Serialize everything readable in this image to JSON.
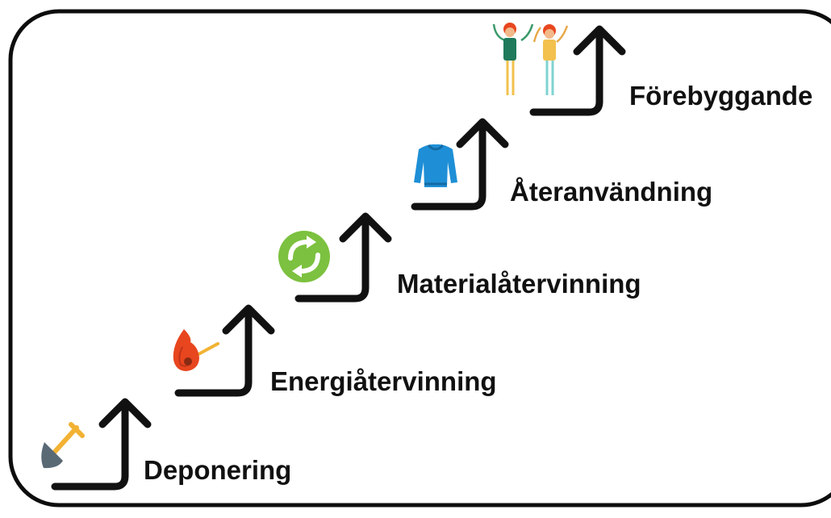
{
  "steps": [
    {
      "label": "Deponering",
      "icon": "shovel-icon"
    },
    {
      "label": "Energiåtervinning",
      "icon": "burning-match-icon"
    },
    {
      "label": "Materialåtervinning",
      "icon": "recycling-icon"
    },
    {
      "label": "Återanvändning",
      "icon": "sweater-icon"
    },
    {
      "label": "Förebyggande",
      "icon": "cheering-people-icon"
    }
  ],
  "colors": {
    "frame": "#0d0d0d",
    "arrow": "#111111",
    "text": "#111111",
    "recycle": "#7cc13f",
    "sweater": "#1e8fd6",
    "flame": "#e8461f",
    "match": "#f2b233",
    "shovel_blade": "#5a6a75",
    "shovel_handle": "#f2b233"
  }
}
